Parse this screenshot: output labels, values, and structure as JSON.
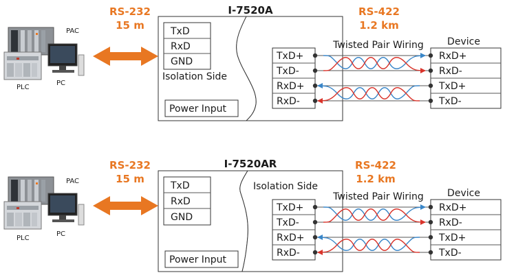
{
  "panels": [
    {
      "rs232_label": "RS-232",
      "rs232_distance": "15 m",
      "model": "I-7520A",
      "rs422_label": "RS-422",
      "rs422_distance": "1.2 km",
      "left_pins": [
        "TxD",
        "RxD",
        "GND"
      ],
      "isolation_label": "Isolation Side",
      "power_label": "Power Input",
      "twisted_label": "Twisted Pair Wiring",
      "device_label": "Device",
      "right_pins": [
        "TxD+",
        "TxD-",
        "RxD+",
        "RxD-"
      ],
      "device_pins": [
        "RxD+",
        "RxD-",
        "TxD+",
        "TxD-"
      ],
      "computer_labels": [
        "PAC",
        "PLC",
        "PC"
      ]
    },
    {
      "rs232_label": "RS-232",
      "rs232_distance": "15 m",
      "model": "I-7520AR",
      "rs422_label": "RS-422",
      "rs422_distance": "1.2 km",
      "left_pins": [
        "TxD",
        "RxD",
        "GND"
      ],
      "isolation_label": "Isolation Side",
      "power_label": "Power Input",
      "twisted_label": "Twisted Pair Wiring",
      "device_label": "Device",
      "right_pins": [
        "TxD+",
        "TxD-",
        "RxD+",
        "RxD-"
      ],
      "device_pins": [
        "RxD+",
        "RxD-",
        "TxD+",
        "TxD-"
      ],
      "computer_labels": [
        "PAC",
        "PLC",
        "PC"
      ]
    }
  ],
  "colors": {
    "accent": "#e87722",
    "wire_blue": "#3a86c8",
    "wire_red": "#d9342b",
    "node_dark": "#333333"
  }
}
